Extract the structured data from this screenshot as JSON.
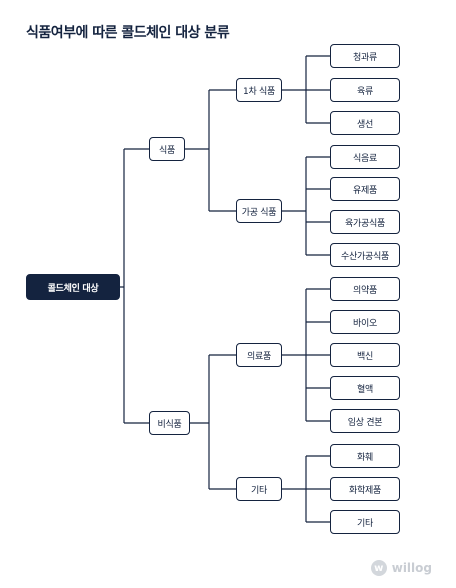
{
  "title": "식품여부에 따른 콜드체인 대상 분류",
  "root": "콜드체인 대상",
  "level1": [
    "식품",
    "비식품"
  ],
  "level2": [
    "1차 식품",
    "가공 식품",
    "의료품",
    "기타"
  ],
  "level3": [
    "청과류",
    "육류",
    "생선",
    "식음료",
    "유제품",
    "육가공식품",
    "수산가공식품",
    "의약품",
    "바이오",
    "백신",
    "혈액",
    "임상 견본",
    "화훼",
    "화학제품",
    "기타"
  ],
  "logo_text": "willog",
  "colors": {
    "navy": "#14233f",
    "logo": "#c9cdd3"
  }
}
